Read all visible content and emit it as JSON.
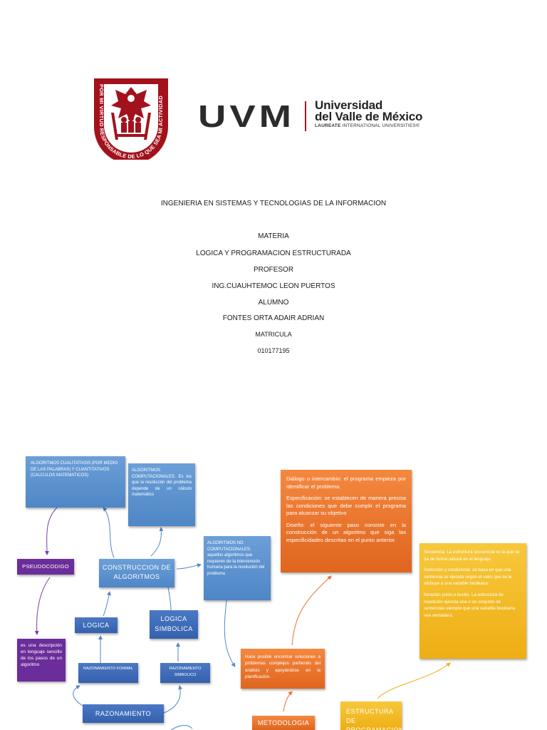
{
  "header": {
    "seal_text": "POR MI VIRTUD RESPONSABLE DE LO QUE SEA MI ACTIVIDAD",
    "uvm_letters": "UVM",
    "uvm_name_line1": "Universidad",
    "uvm_name_line2": "del Valle de México",
    "uvm_tagline_brand": "LAUREATE",
    "uvm_tagline_rest": " INTERNATIONAL UNIVERSITIES®"
  },
  "title_block": {
    "career": "INGENIERIA EN SISTEMAS Y TECNOLOGIAS DE LA INFORMACION",
    "materia_label": "MATERIA",
    "materia": "LOGICA Y PROGRAMACION ESTRUCTURADA",
    "profesor_label": "PROFESOR",
    "profesor": "ING.CUAUHTEMOC LEON PUERTOS",
    "alumno_label": "ALUMNO",
    "alumno": "FONTES ORTA ADAIR ADRIAN",
    "matricula_label": "MATRICULA",
    "matricula": "010177195"
  },
  "concept_map": {
    "algoritmos_cualitativos": "ALGORITMOS CUALITATIVOS (POR MEDIO DE LAS PALABRAS) Y CUANTITATIVOS (CALCULOS MATEMATICOS)",
    "algoritmos_computacionales": "ALGORITMOS COMPUTACIONALES. Es los que la resolución del problema depende de un cálculo matemático",
    "algoritmos_no_computacionales": "ALGORITMOS NO COMPUTACIONALES. aquellos algoritmos que requieren de la intervención humana para la resolución del problema",
    "pseudocodigo": "PSEUDOCODIGO",
    "pseudocodigo_def": "es una descripción en lenguaje sencillo de los pasos de un algoritmo",
    "construccion": "CONSTRUCCION DE ALGORITMOS",
    "logica": "LOGICA",
    "logica_simbolica": "LOGICA SIMBOLICA",
    "razonamiento_formal": "RAZONAMIENTO FORMAL",
    "razonamiento_simbolico": "RAZONAMIENTO SIMBOLICO",
    "razonamiento": "RAZONAMIENTO",
    "metodologia": "METODOLOGIA",
    "metodologia_def": "Hace posible encontrar soluciones a problemas complejos partiendo del análisis y apoyándose en la planificación.",
    "pasos": [
      "Diálogo o intercambio: el programa empieza por identificar el problema.",
      "Especificación: se establecen de manera precisa las condiciones que debe cumplir el programa para alcanzar su objetivo",
      "Diseño: el siguiente paso consiste en la construcción de un algoritmo que siga las especificidades descritas en el punto anterior."
    ],
    "estructuras": [
      "Secuencia. La estructura secuencial es la que se da de forma natural en el lenguaje.",
      "Selección o condicional. se basa en que una sentencia se ejecuta según el valor que se le atribuye a una variable booleana.",
      "Iteración (ciclo o bucle). La estructura de repetición ejecuta una o un conjunto de sentencias siempre que una variable booleana sea verdadera."
    ],
    "estructura_programacion": "ESTRUCTURA DE PROGRAMACION",
    "colors": {
      "blue": "#5b8fd0",
      "blue_dark": "#3a66b3",
      "purple": "#6b2d9a",
      "orange": "#e8722a",
      "yellow": "#f2b823",
      "uvm_red": "#b1121b"
    }
  }
}
